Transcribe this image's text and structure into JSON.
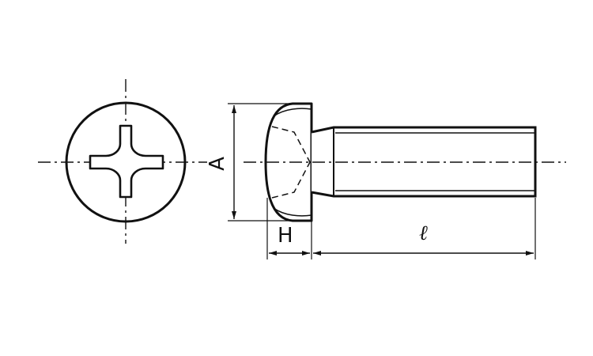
{
  "diagram": {
    "labels": {
      "diameter": "A",
      "head_height": "H",
      "length": "ℓ"
    },
    "colors": {
      "line": "#111111",
      "background": "#ffffff"
    }
  }
}
